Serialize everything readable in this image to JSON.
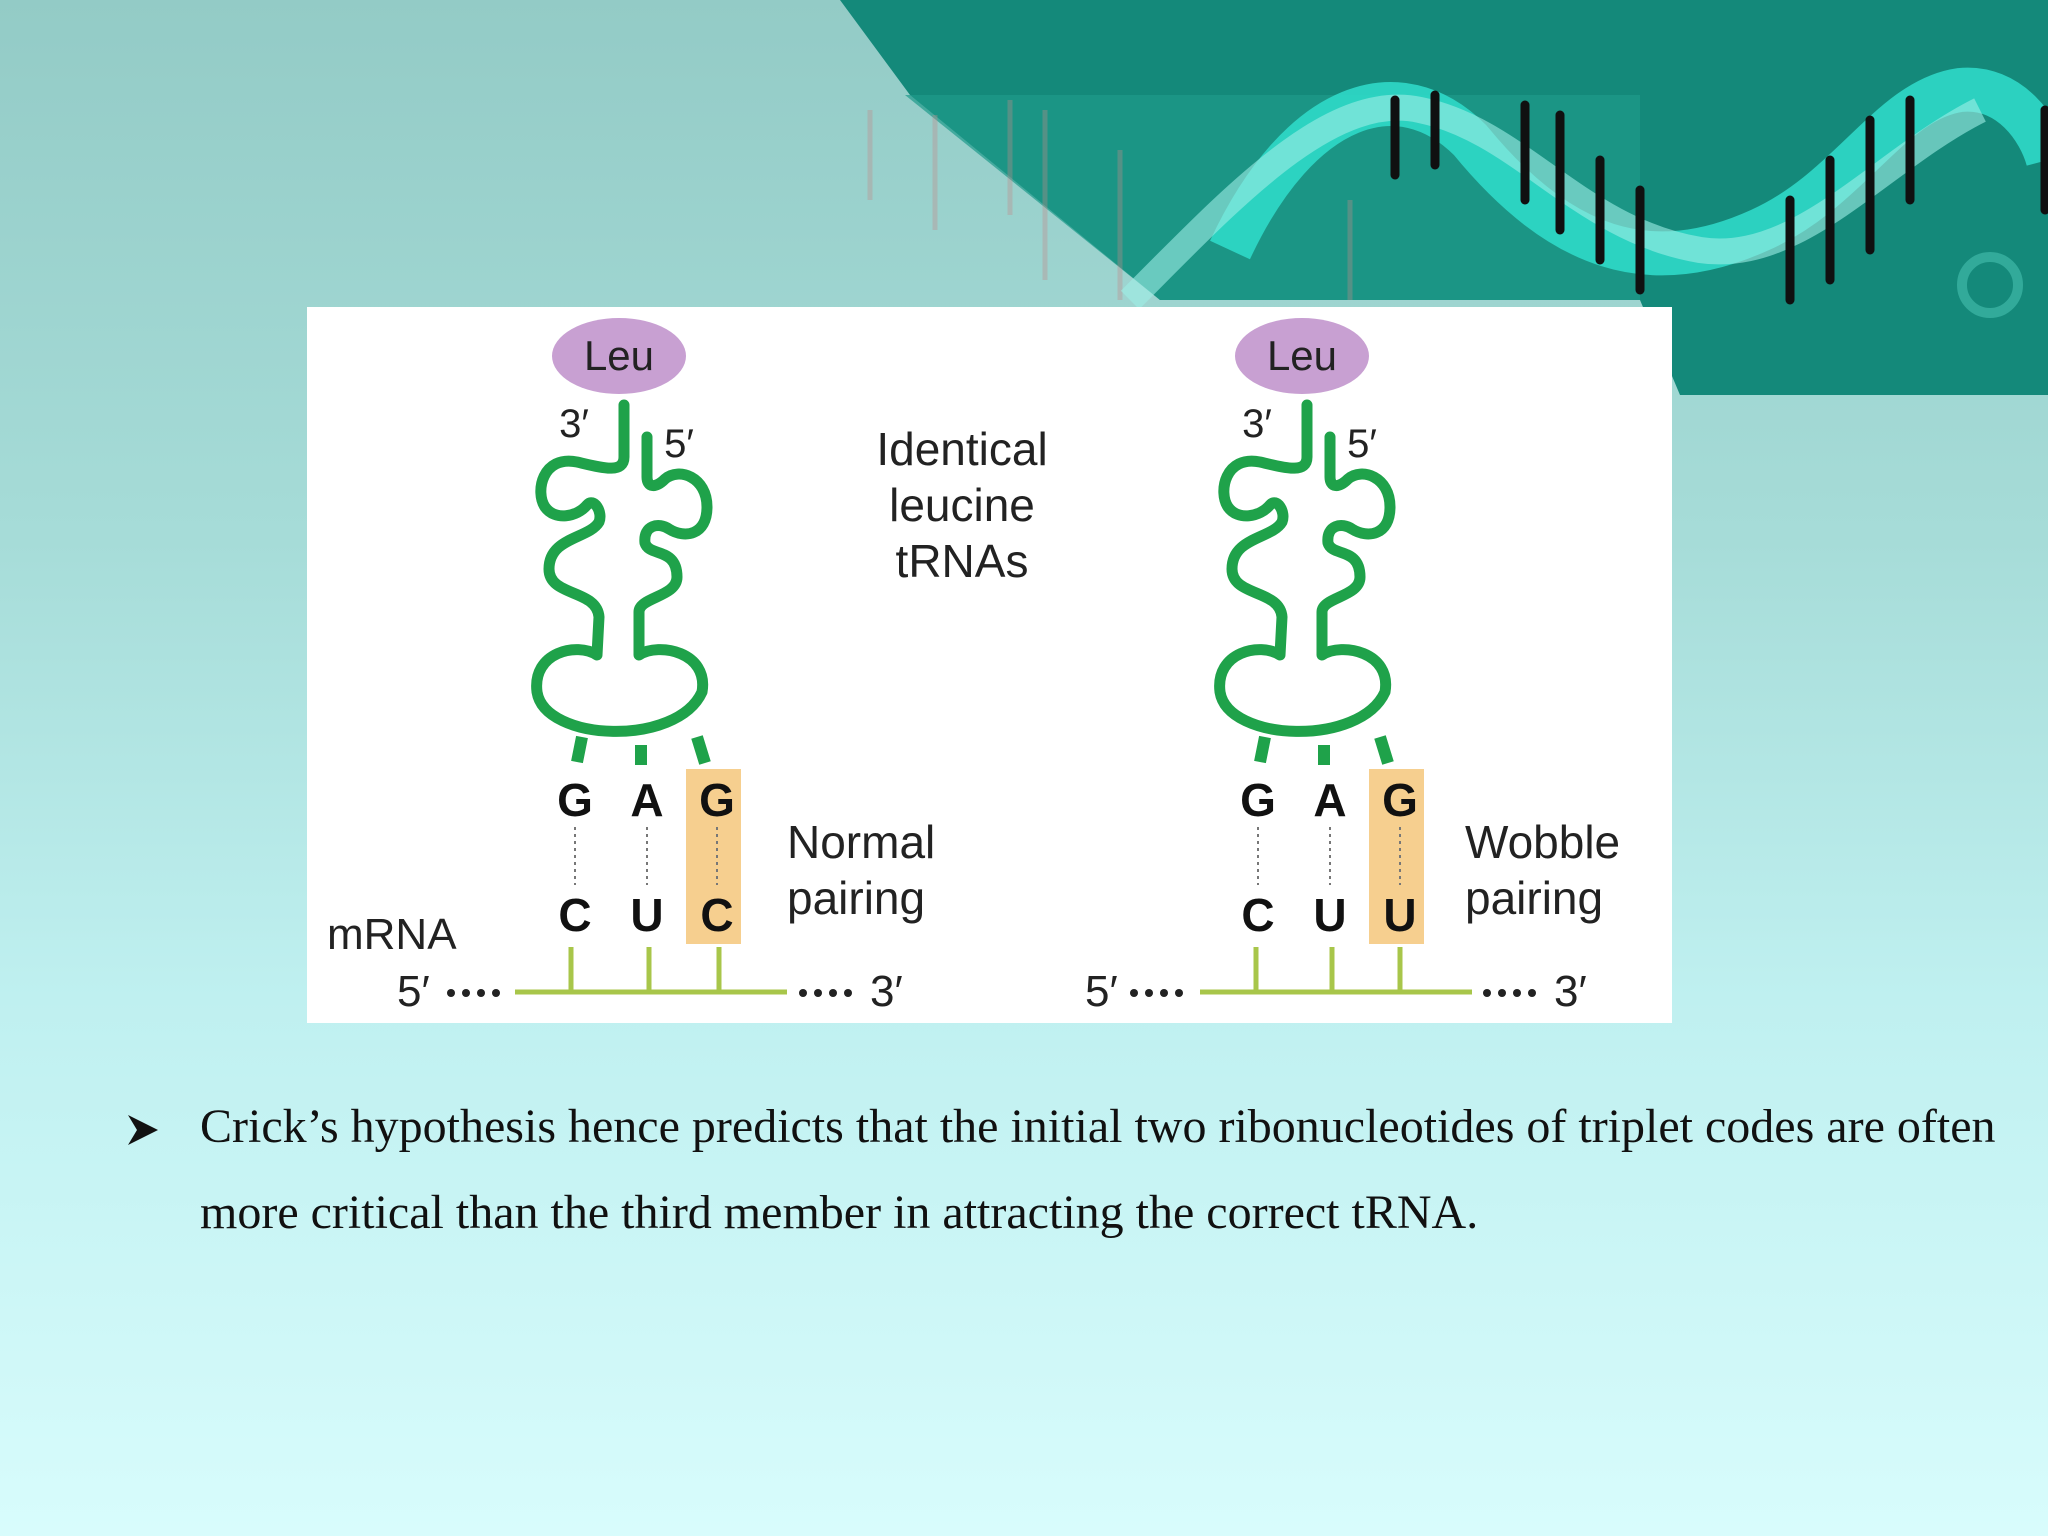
{
  "colors": {
    "background_top": "#93cbc6",
    "background_bottom": "#d8fcfc",
    "banner_dark": "#14897a",
    "helix_light": "#2fd9c8",
    "trna_green": "#1fa24a",
    "leu_purple": "#c8a0d2",
    "wobble_highlight": "#f6cf8f",
    "mrna_line": "#a8c64a"
  },
  "figure": {
    "left_panel": {
      "amino_acid": "Leu",
      "prime3": "3′",
      "prime5": "5′",
      "anticodon": [
        "G",
        "A",
        "G"
      ],
      "codon": [
        "C",
        "U",
        "C"
      ],
      "mrna_label": "mRNA",
      "mrna_5": "5′",
      "mrna_3": "3′",
      "pairing_label": [
        "Normal",
        "pairing"
      ]
    },
    "center_label": [
      "Identical",
      "leucine",
      "tRNAs"
    ],
    "right_panel": {
      "amino_acid": "Leu",
      "prime3": "3′",
      "prime5": "5′",
      "anticodon": [
        "G",
        "A",
        "G"
      ],
      "codon": [
        "C",
        "U",
        "U"
      ],
      "mrna_5": "5′",
      "mrna_3": "3′",
      "pairing_label": [
        "Wobble",
        "pairing"
      ]
    }
  },
  "bullet": {
    "icon": "arrowhead-bullet-icon",
    "text": "Crick’s hypothesis hence predicts that the initial two ribonucleotides of triplet codes are often more critical than the third member in attracting the correct tRNA."
  }
}
